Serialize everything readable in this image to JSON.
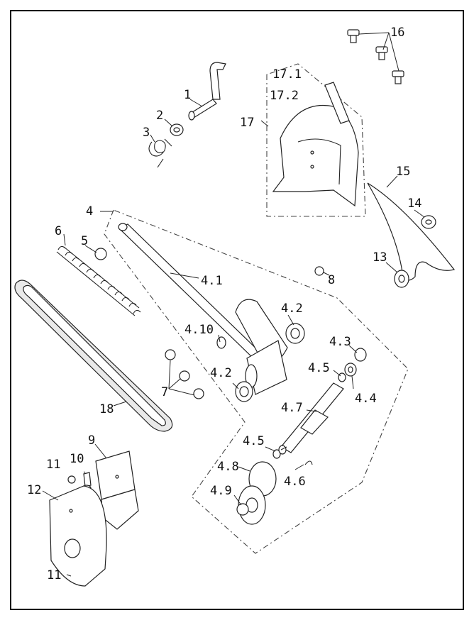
{
  "diagram": {
    "labels": {
      "l1": "1",
      "l2": "2",
      "l3": "3",
      "l4": "4",
      "l4_1": "4.1",
      "l4_2a": "4.2",
      "l4_2b": "4.2",
      "l4_3": "4.3",
      "l4_4": "4.4",
      "l4_5a": "4.5",
      "l4_5b": "4.5",
      "l4_6": "4.6",
      "l4_7": "4.7",
      "l4_8": "4.8",
      "l4_9": "4.9",
      "l4_10": "4.10",
      "l5": "5",
      "l6": "6",
      "l7": "7",
      "l8": "8",
      "l9": "9",
      "l10": "10",
      "l11a": "11",
      "l11b": "11",
      "l12": "12",
      "l13": "13",
      "l14": "14",
      "l15": "15",
      "l16": "16",
      "l17": "17",
      "l17_1": "17.1",
      "l17_2": "17.2",
      "l18": "18"
    }
  }
}
